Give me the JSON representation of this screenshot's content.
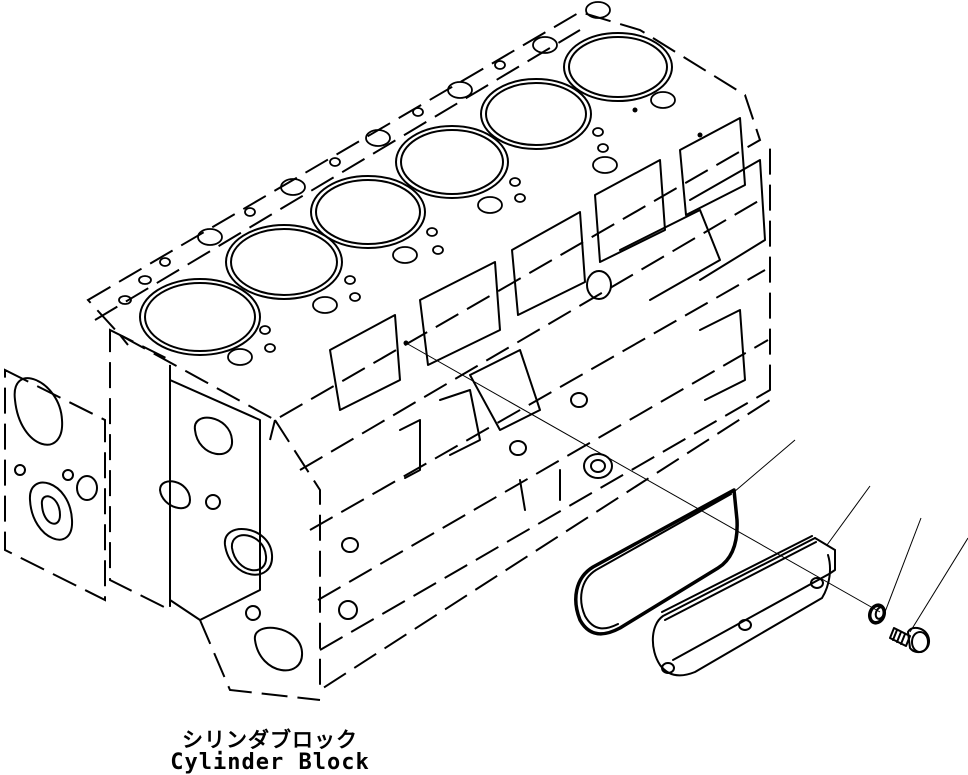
{
  "caption": {
    "japanese": "シリンダブロック",
    "english": "Cylinder Block"
  },
  "diagram": {
    "type": "exploded parts illustration",
    "main_part": "cylinder block (6-cylinder, isometric view)",
    "cylinder_bores": 6,
    "exploded_parts": [
      {
        "name": "gasket",
        "leader_line": [
          [
            734,
            492
          ],
          [
            795,
            440
          ]
        ]
      },
      {
        "name": "side cover",
        "leader_line": [
          [
            827,
            545
          ],
          [
            870,
            486
          ]
        ]
      },
      {
        "name": "washer",
        "leader_line": [
          [
            885,
            612
          ],
          [
            921,
            518
          ]
        ]
      },
      {
        "name": "bolt",
        "leader_line": [
          [
            910,
            632
          ],
          [
            968,
            538
          ]
        ]
      }
    ],
    "assembly_axis": [
      [
        406,
        343
      ],
      [
        880,
        612
      ]
    ],
    "line_color": "#000000",
    "background": "#ffffff"
  }
}
